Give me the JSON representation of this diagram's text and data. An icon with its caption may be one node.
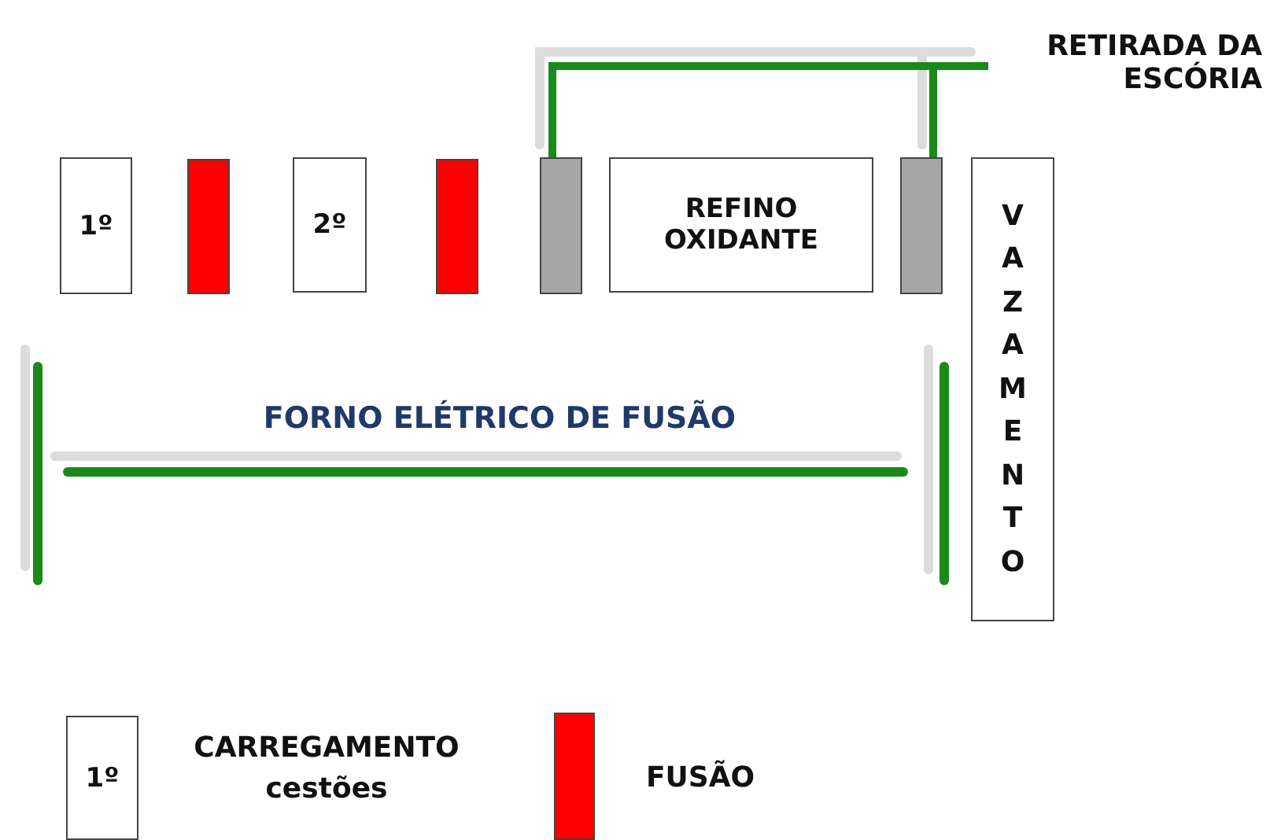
{
  "diagram": {
    "nodes": [
      {
        "text": [
          "1º"
        ]
      },
      {
        "text": [],
        "shape": "bar"
      },
      {
        "text": [
          "2º"
        ]
      },
      {
        "text": [],
        "shape": "bar"
      },
      {
        "text": [],
        "shape": "bar"
      },
      {
        "text": [
          "REFINO OXIDANTE"
        ]
      },
      {
        "text": [],
        "shape": "bar"
      },
      {
        "text": [
          "VAZAMENTO"
        ]
      },
      {
        "text": [
          "RETIRADA DA ESCÓRIA"
        ]
      }
    ],
    "edges": [
      {
        "from": 4,
        "to": 8,
        "arrow": "none"
      },
      {
        "from": 6,
        "to": 8,
        "arrow": "none"
      }
    ],
    "labels": [
      "FORNO ELÉTRICO DE FUSÃO",
      "1º"
    ],
    "legend": [
      {
        "text": "CARREGAMENTO cestões"
      },
      {
        "text": "FUSÃO",
        "color": "#ff0000"
      }
    ]
  }
}
